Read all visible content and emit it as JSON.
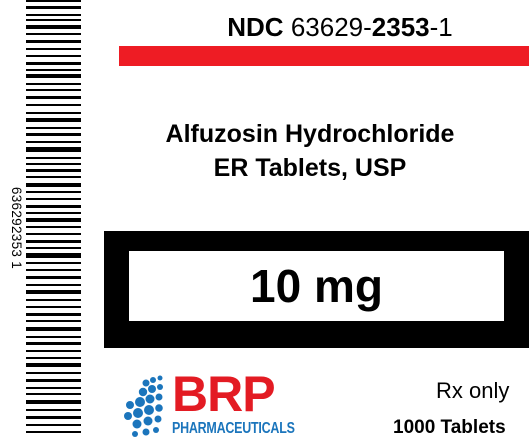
{
  "label": {
    "ndc_prefix": "NDC",
    "ndc_labeler": "63629-",
    "ndc_product": "2353",
    "ndc_package": "-1",
    "product_line1": "Alfuzosin Hydrochloride",
    "product_line2": "ER Tablets, USP",
    "strength": "10 mg",
    "rx_only": "Rx only",
    "count": "1000 Tablets"
  },
  "barcode": {
    "digits": "636292353 1"
  },
  "logo": {
    "name": "BRP",
    "subtitle": "PHARMACEUTICALS"
  },
  "colors": {
    "accent_red": "#ee1c24",
    "logo_red": "#e31b23",
    "logo_blue": "#1b75bc"
  }
}
